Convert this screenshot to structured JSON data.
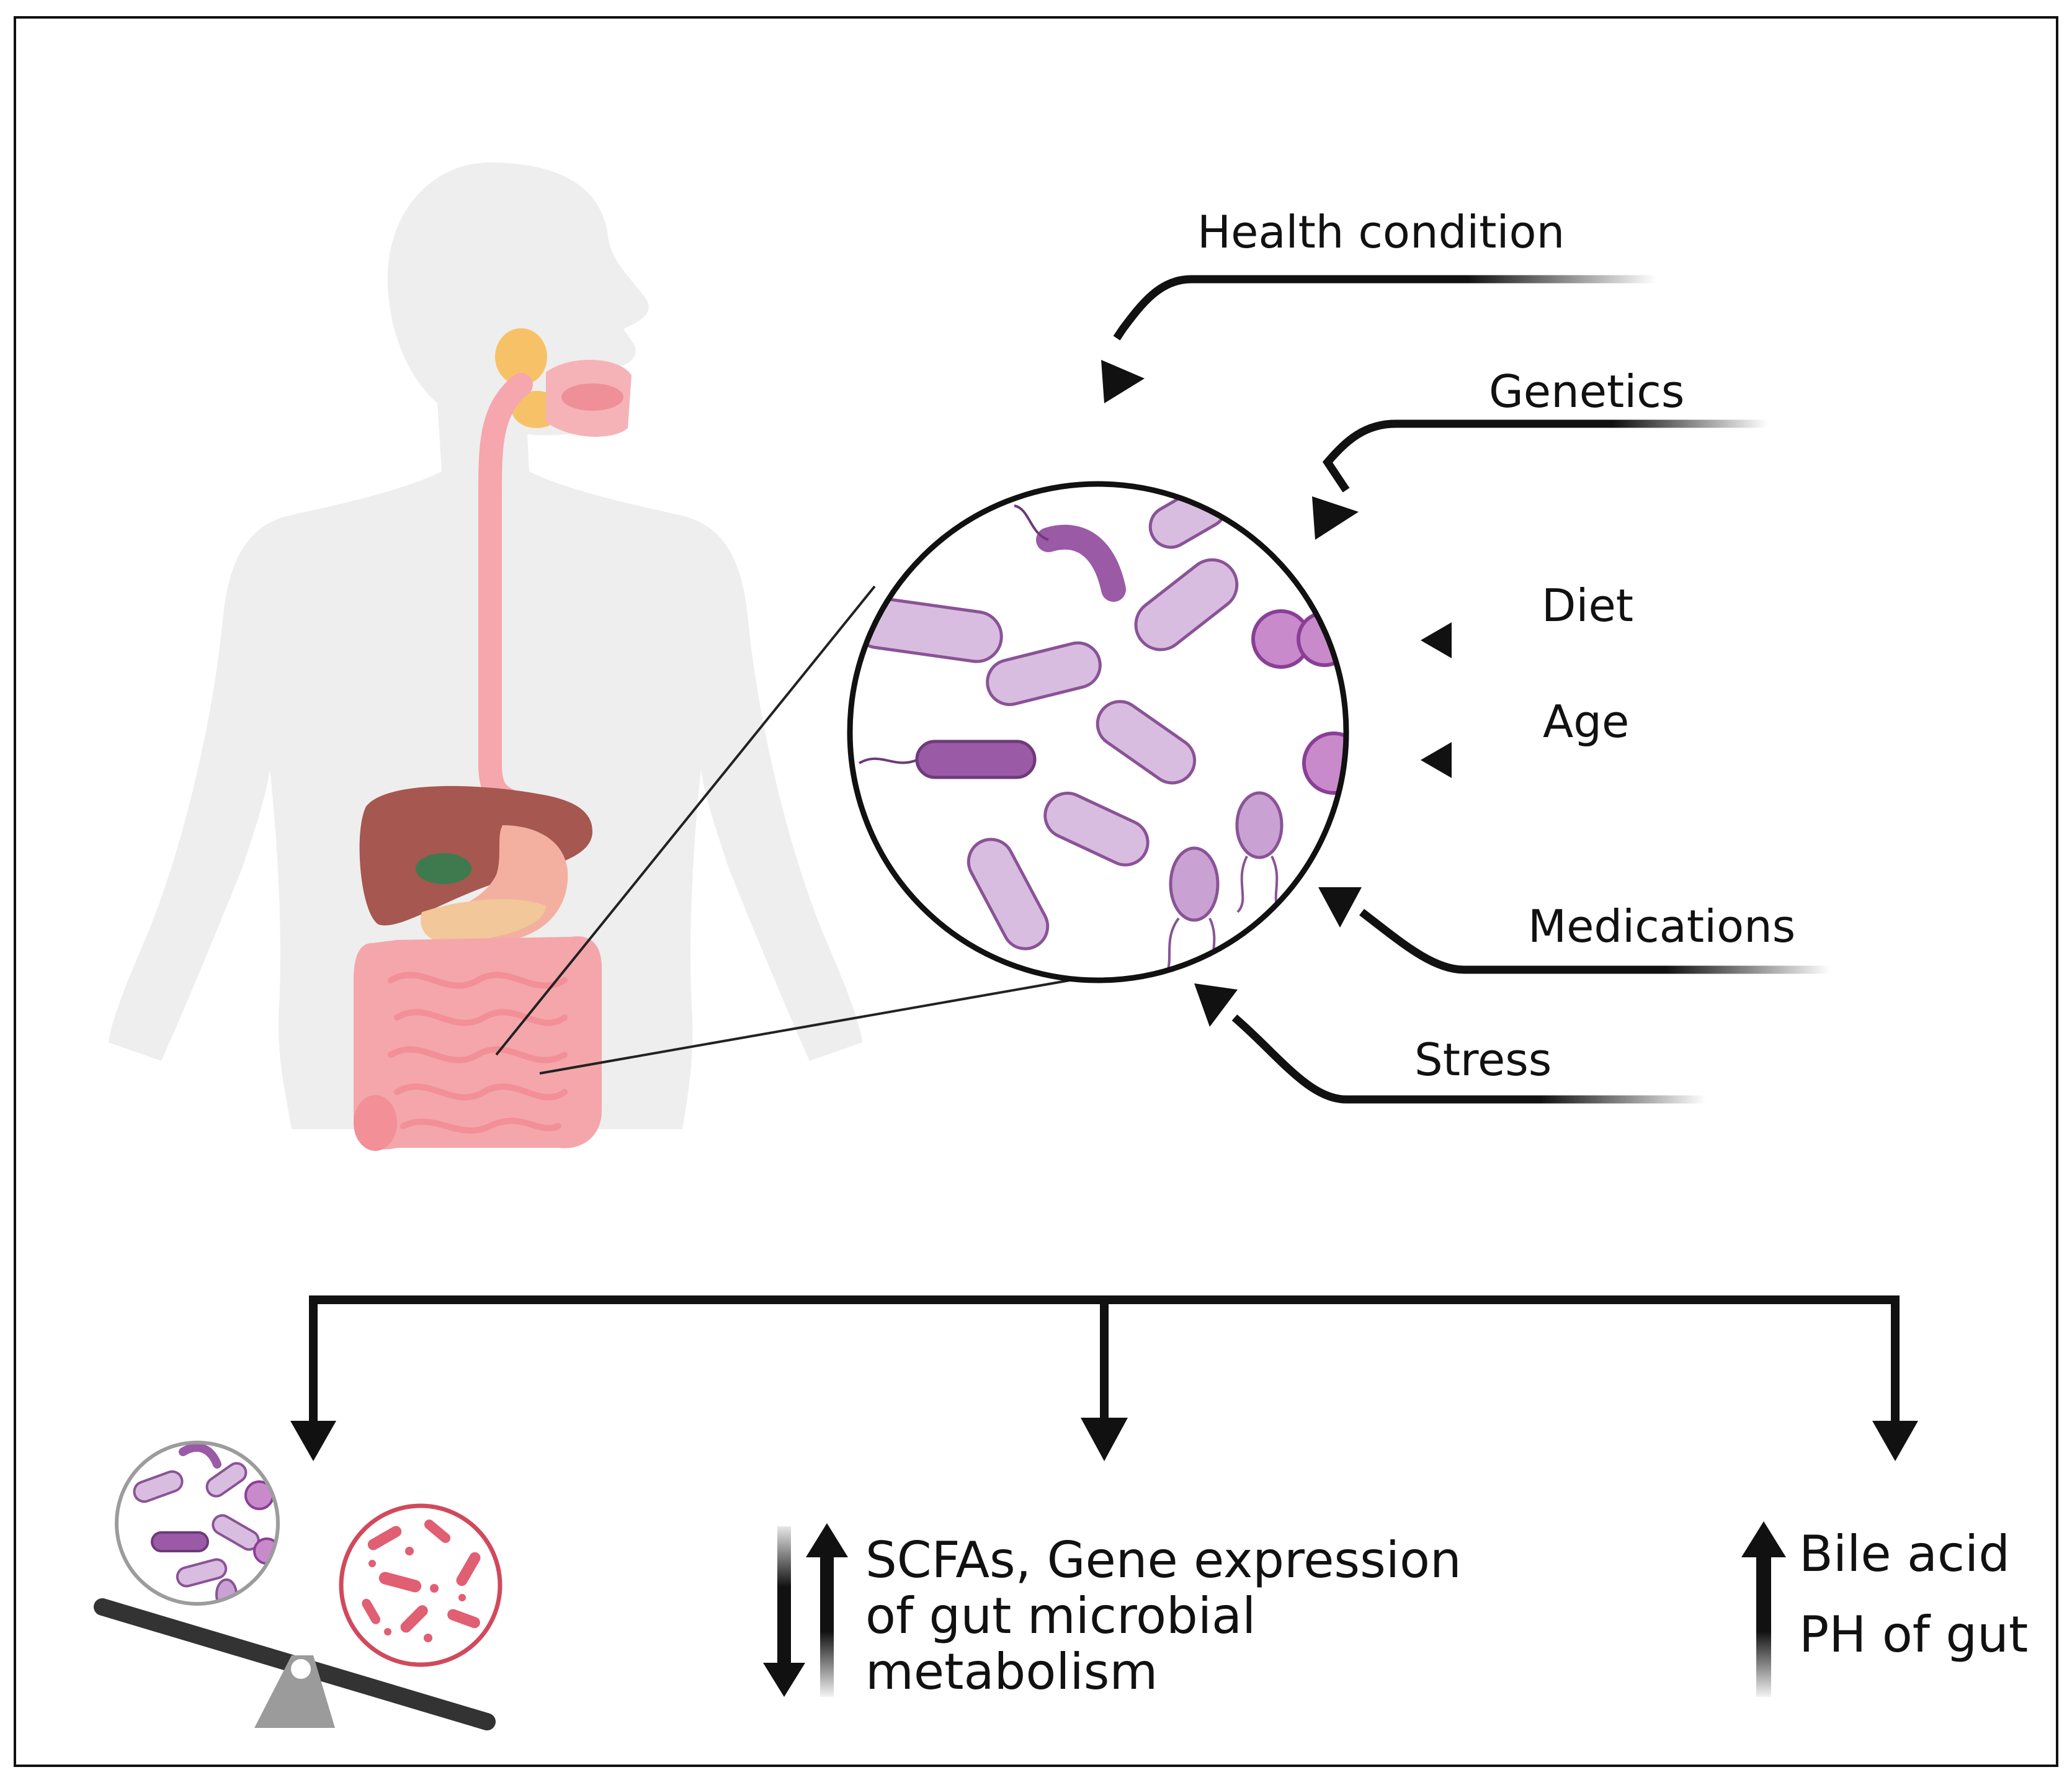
{
  "factors": {
    "health_condition": "Health condition",
    "genetics": "Genetics",
    "diet": "Diet",
    "age": "Age",
    "medications": "Medications",
    "stress": "Stress"
  },
  "outcomes": {
    "scfa_lines": [
      "SCFAs, Gene expression",
      "of gut microbial",
      "metabolism"
    ],
    "bile_lines": [
      "Bile acid",
      "PH of gut"
    ]
  },
  "colors": {
    "arrow": "#111111",
    "body_silhouette": "#eeeeee",
    "gut": "#f4a6ab",
    "liver": "#a6574f",
    "microbe_light": "#d9bde0",
    "microbe_dark": "#9a5aa6",
    "pathogen": "#e05f72"
  }
}
